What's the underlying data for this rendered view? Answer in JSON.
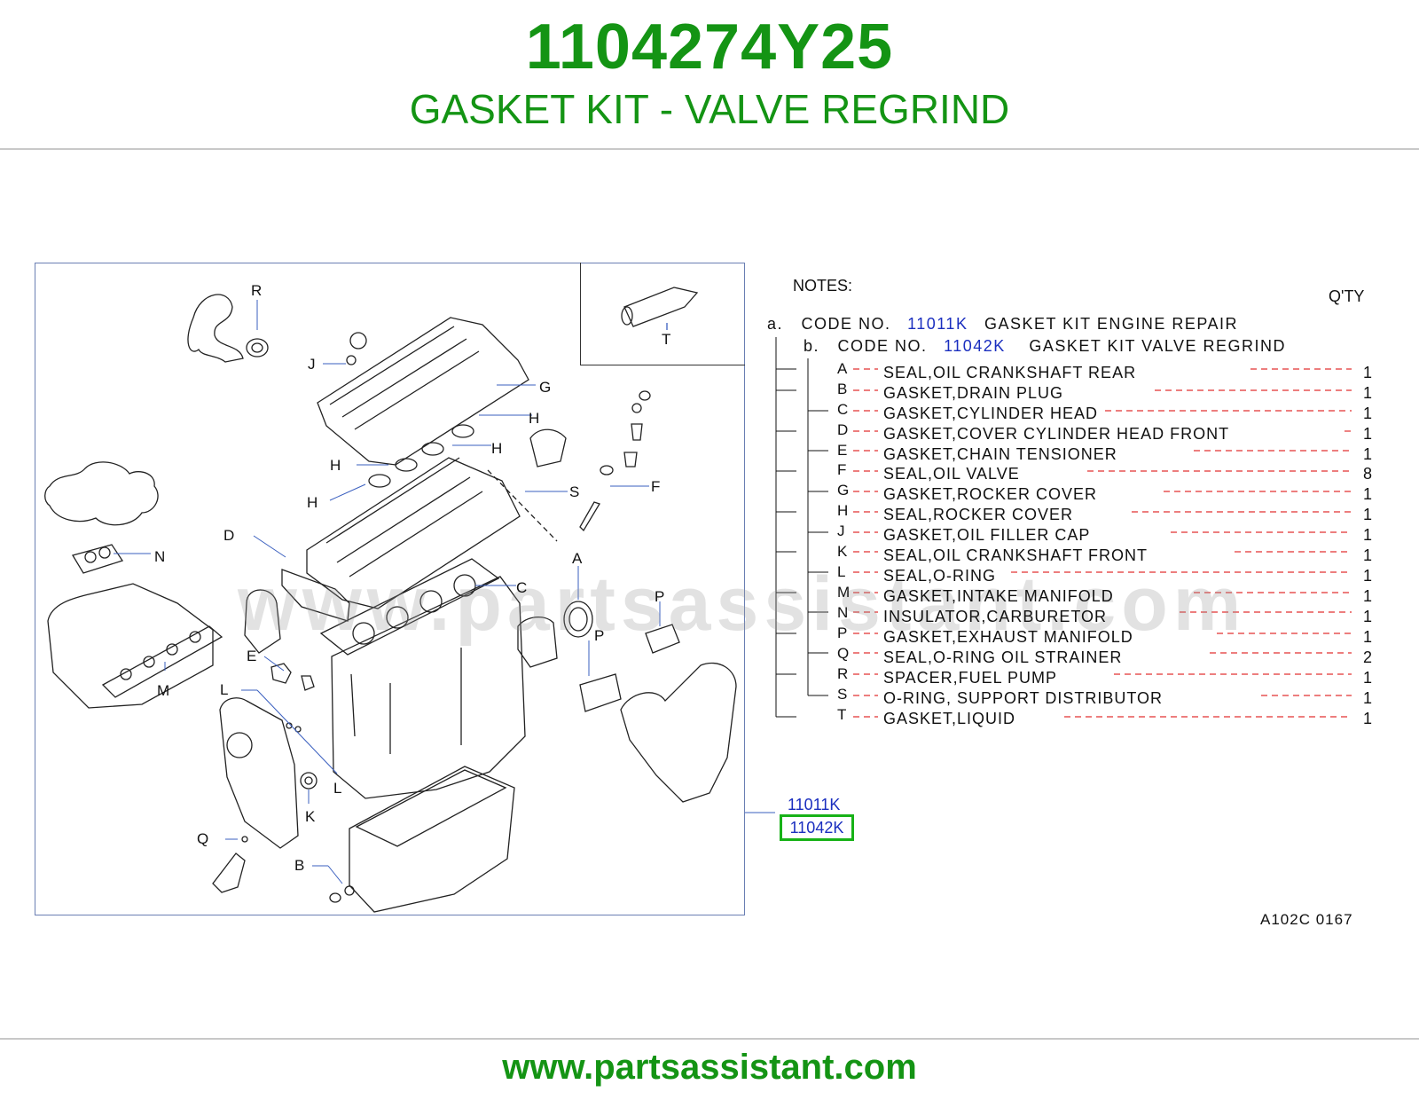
{
  "header": {
    "part_number": "1104274Y25",
    "title": "GASKET KIT - VALVE REGRIND"
  },
  "diagram": {
    "callouts": [
      "R",
      "J",
      "G",
      "H",
      "H",
      "H",
      "H",
      "S",
      "F",
      "D",
      "N",
      "C",
      "A",
      "P",
      "P",
      "E",
      "M",
      "L",
      "L",
      "K",
      "Q",
      "B",
      "T"
    ],
    "watermark": "www.partsassistant.com",
    "ref_code_a": "11011K",
    "ref_code_b": "11042K",
    "highlight_color": "#17b217"
  },
  "notes": {
    "label": "NOTES:",
    "qty_header": "Q'TY",
    "line_a": {
      "prefix": "a.",
      "text1": "CODE NO.",
      "code": "11011K",
      "text2": "GASKET KIT ENGINE REPAIR"
    },
    "line_b": {
      "prefix": "b.",
      "text1": "CODE NO.",
      "code": "11042K",
      "text2": "GASKET KIT VALVE REGRIND"
    }
  },
  "parts": [
    {
      "letter": "A",
      "desc": "SEAL,OIL  CRANKSHAFT  REAR",
      "qty": "1"
    },
    {
      "letter": "B",
      "desc": "GASKET,DRAIN  PLUG",
      "qty": "1"
    },
    {
      "letter": "C",
      "desc": "GASKET,CYLINDER  HEAD",
      "qty": "1"
    },
    {
      "letter": "D",
      "desc": "GASKET,COVER  CYLINDER  HEAD  FRONT",
      "qty": "1"
    },
    {
      "letter": "E",
      "desc": "GASKET,CHAIN  TENSIONER",
      "qty": "1"
    },
    {
      "letter": "F",
      "desc": "SEAL,OIL  VALVE",
      "qty": "8"
    },
    {
      "letter": "G",
      "desc": "GASKET,ROCKER  COVER",
      "qty": "1"
    },
    {
      "letter": "H",
      "desc": "SEAL,ROCKER  COVER",
      "qty": "1"
    },
    {
      "letter": "J",
      "desc": "GASKET,OIL  FILLER  CAP",
      "qty": "1"
    },
    {
      "letter": "K",
      "desc": "SEAL,OIL  CRANKSHAFT  FRONT",
      "qty": "1"
    },
    {
      "letter": "L",
      "desc": "SEAL,O-RING",
      "qty": "1"
    },
    {
      "letter": "M",
      "desc": "GASKET,INTAKE  MANIFOLD",
      "qty": "1"
    },
    {
      "letter": "N",
      "desc": "INSULATOR,CARBURETOR",
      "qty": "1"
    },
    {
      "letter": "P",
      "desc": "GASKET,EXHAUST  MANIFOLD",
      "qty": "1"
    },
    {
      "letter": "Q",
      "desc": "SEAL,O-RING  OIL  STRAINER",
      "qty": "2"
    },
    {
      "letter": "R",
      "desc": "SPACER,FUEL  PUMP",
      "qty": "1"
    },
    {
      "letter": "S",
      "desc": "O-RING,  SUPPORT  DISTRIBUTOR",
      "qty": "1"
    },
    {
      "letter": "T",
      "desc": "GASKET,LIQUID",
      "qty": "1"
    }
  ],
  "doc_ref": "A102C  0167",
  "footer": {
    "url": "www.partsassistant.com"
  }
}
